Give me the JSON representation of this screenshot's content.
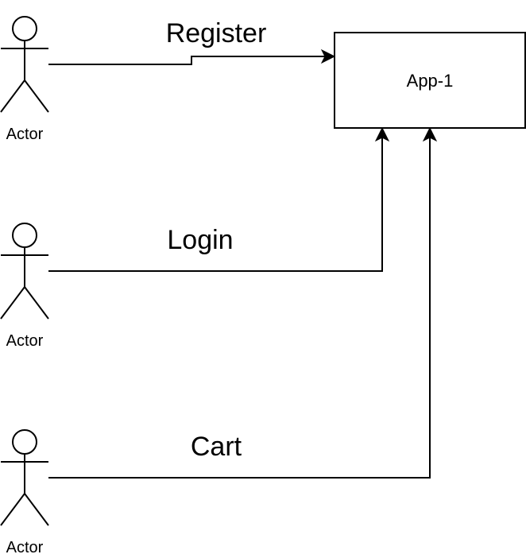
{
  "actors": [
    {
      "id": "actor-1",
      "label": "Actor"
    },
    {
      "id": "actor-2",
      "label": "Actor"
    },
    {
      "id": "actor-3",
      "label": "Actor"
    }
  ],
  "app": {
    "label": "App-1"
  },
  "edges": [
    {
      "label": "Register",
      "from": "actor-1",
      "to": "App-1"
    },
    {
      "label": "Login",
      "from": "actor-2",
      "to": "App-1"
    },
    {
      "label": "Cart",
      "from": "actor-3",
      "to": "App-1"
    }
  ],
  "colors": {
    "line": "#000000",
    "background": "#ffffff"
  }
}
